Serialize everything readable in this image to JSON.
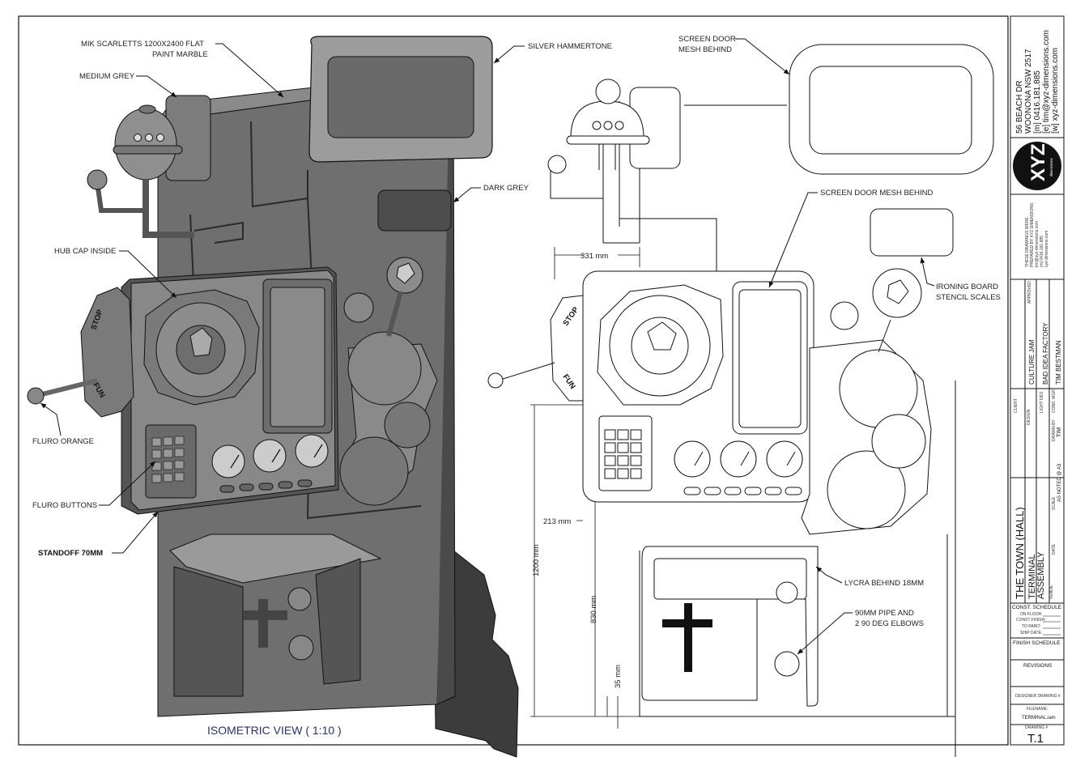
{
  "iso_title": "ISOMETRIC VIEW ( 1:10 )",
  "callouts": {
    "mik": "MIK SCARLETTS 1200X2400 FLAT",
    "mik2": "PAINT MARBLE",
    "medium_grey": "MEDIUM GREY",
    "silver": "SILVER HAMMERTONE",
    "dark_grey": "DARK GREY",
    "hub_cap": "HUB CAP INSIDE",
    "fluro_orange": "FLURO ORANGE",
    "fluro_buttons": "FLURO BUTTONS",
    "standoff": "STANDOFF 70MM",
    "screen_door1": "SCREEN DOOR",
    "screen_door2": "MESH BEHIND",
    "screen_door_mesh": "SCREEN DOOR MESH BEHIND",
    "ironing1": "IRONING BOARD",
    "ironing2": "STENCIL SCALES",
    "lycra": "LYCRA BEHIND 18MM",
    "pipe1": "90MM PIPE AND",
    "pipe2": "2 90 DEG ELBOWS"
  },
  "sign_text": {
    "stop": "STOP",
    "fun": "FUN"
  },
  "dimensions": {
    "d331": "331 mm",
    "d213": "213 mm",
    "d1200": "1200 mm",
    "d830": "830 mm",
    "d35": "35 mm"
  },
  "title_block": {
    "address": [
      "56 BEACH DR",
      "WOONONA NSW 2517",
      "[m] 0416.181.885",
      "[e] tim@xyz-dimensions.com",
      "[w] xyz-dimensions.com"
    ],
    "logo": "XYZ",
    "logo_sub": "dimensions",
    "copyright": [
      "THESE DRAWINGS WERE",
      "PREPARED BY XYZ DIMENSIONS",
      "tim@xyz-dimensions.com",
      "[m] 0416.181.885",
      "xyz-dimensions.com"
    ],
    "client_label": "CLIENT",
    "client": "CULTURE JAM",
    "design_label": "DESIGN",
    "design": "BAD IDEA FACTORY",
    "light_des_label": "LIGHT DES",
    "cons_mgr_label": "CONS. MGR",
    "cons_mgr": "TIM BESTMAN",
    "drawn_by_label": "DRAWN BY",
    "drawn_by": "TIM",
    "approved_label": "APPROVED",
    "scale_label": "SCALE",
    "scale": "AS NOTED @ A3",
    "date_label": "DATE",
    "project": "THE TOWN (HALL)",
    "drawing_title": [
      "TERMINAL",
      "ASSEMBLY"
    ],
    "venue_label": "VENUE",
    "const_schedule": "CONST. SCHEDULE",
    "const_rows": [
      "ON FLOOR:",
      "CONST FINISH:",
      "TO PAINT:",
      "SHIP DATE:"
    ],
    "finish_schedule": "FINISH SCHEDULE",
    "revisions": "REVISIONS",
    "designer_drawing": "DESIGNER DRAWING #",
    "filename_label": "FILENAME:",
    "filename": "TERMINAL.iam",
    "drawing_no_label": "DRAWING #",
    "drawing_no": "T.1"
  }
}
